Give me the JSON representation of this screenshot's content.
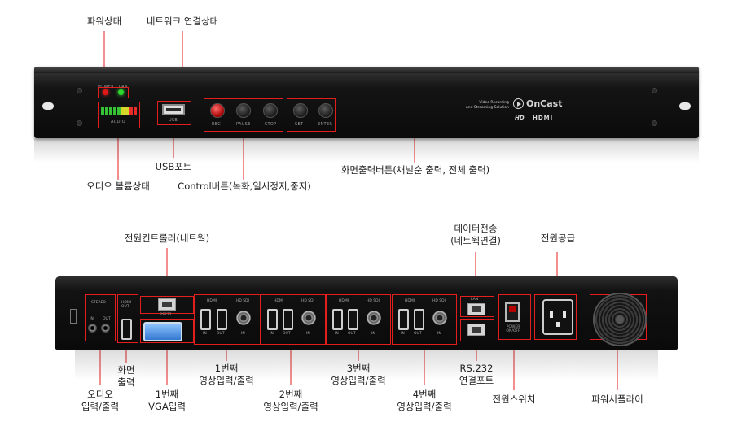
{
  "front": {
    "callouts": {
      "power_status": "파워상태",
      "network_status": "네트워크 연결상태",
      "audio_volume": "오디오 볼륨상태",
      "usb_port": "USB포트",
      "control_buttons": "Control버튼(녹화,일시정지,중지)",
      "display_output_buttons": "화면출력버튼(채널순 출력, 전체 출력)"
    },
    "panel": {
      "led_labels": "POWER  /  LAN",
      "audio_label": "AUDIO",
      "usb_label": "USB",
      "buttons": [
        "REC",
        "PAUSE",
        "STOP",
        "SET",
        "ENTER"
      ],
      "brand_sub": "Video Recording\nand Streaming Solution",
      "brand_name": "OnCast",
      "brand_hd": "HD",
      "brand_hdmi": "HDMI"
    },
    "colors": {
      "power_led": "#e01818",
      "lan_led": "#2ed62e",
      "callout_box": "#e41d1d"
    }
  },
  "rear": {
    "callouts": {
      "power_controller": "전원컨트롤러(네트웍)",
      "data_transfer": "데이터전송\n(네트웍연결)",
      "power_supply": "전원공급",
      "audio_io": "오디오\n입력/출력",
      "screen_out": "화면\n출력",
      "vga_in": "1번째\nVGA입력",
      "video_io_1": "1번째\n영상입력/출력",
      "video_io_2": "2번째\n영상입력/출력",
      "video_io_3": "3번째\n영상입력/출력",
      "video_io_4": "4번째\n영상입력/출력",
      "rs232": "RS.232\n연결포트",
      "power_switch": "전원스위치",
      "power_supply_fan": "파워서플라이"
    },
    "panel": {
      "audio_label": "STEREO",
      "audio_in": "IN",
      "audio_out": "OUT",
      "hdmi_out_label": "HDMI OUT",
      "rs232_label": "RS232",
      "channel_labels": [
        "HDMI",
        "HD SDI"
      ],
      "port_sub": [
        "IN",
        "OUT",
        "IN"
      ],
      "lan_label": "LAN",
      "power_label": "POWER ON/OFF"
    }
  }
}
